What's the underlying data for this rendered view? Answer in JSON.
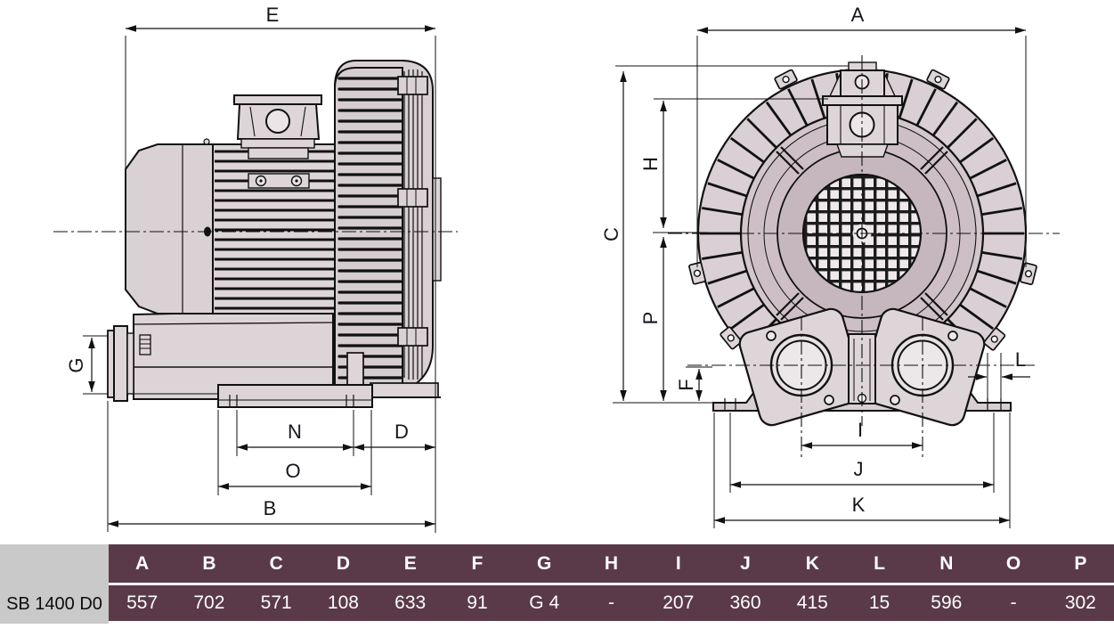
{
  "side_view": {
    "title": "side-view technical drawing of side channel blower",
    "labels": {
      "E": "E",
      "G": "G",
      "N": "N",
      "D": "D",
      "O": "O",
      "B": "B"
    }
  },
  "front_view": {
    "title": "front-view technical drawing of side channel blower",
    "labels": {
      "A": "A",
      "C": "C",
      "H": "H",
      "P": "P",
      "F": "F",
      "L": "L",
      "I": "I",
      "J": "J",
      "K": "K"
    }
  },
  "table": {
    "row_label": "SB 1400 D0",
    "columns": [
      "A",
      "B",
      "C",
      "D",
      "E",
      "F",
      "G",
      "H",
      "I",
      "J",
      "K",
      "L",
      "N",
      "O",
      "P"
    ],
    "values": [
      "557",
      "702",
      "571",
      "108",
      "633",
      "91",
      "G 4",
      "-",
      "207",
      "360",
      "415",
      "15",
      "596",
      "-",
      "302"
    ],
    "colors": {
      "header_bg": "#5a3a48",
      "row_label_bg": "#c9c9c9",
      "header_text": "#ffffff",
      "value_text": "#fdfdfd"
    }
  }
}
